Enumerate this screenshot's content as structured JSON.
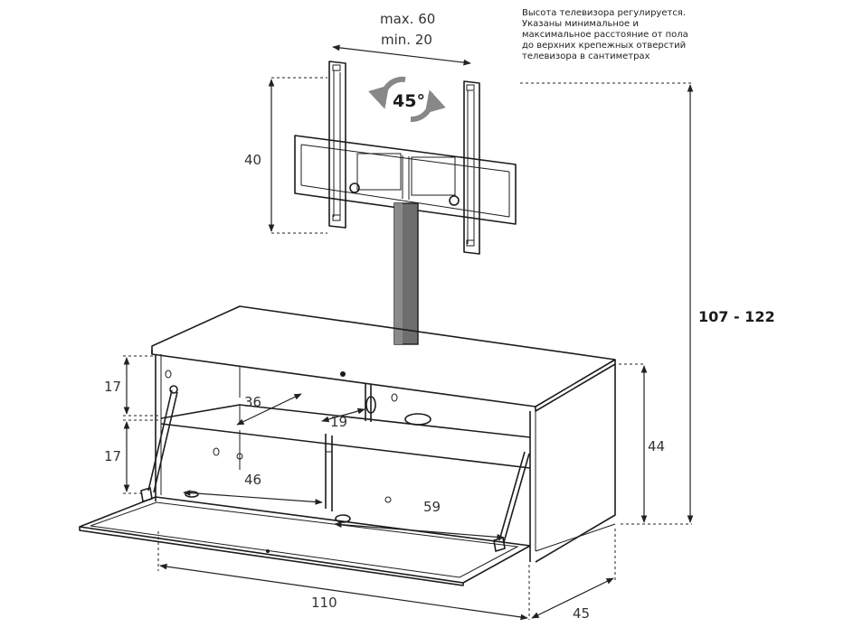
{
  "note_lines": [
    "Высота телевизора регулируется.",
    "Указаны минимальное и",
    "максимальное  расстояние от пола",
    "до верхних крепежных отверстий",
    "телевизора в сантиметрах"
  ],
  "labels": {
    "max_width": "max. 60",
    "min_width": "min. 20",
    "rotation": "45°",
    "mount_height": "40",
    "total_height": "107 - 122",
    "cabinet_height": "44",
    "shelf_upper": "17",
    "shelf_lower": "17",
    "depth_left": "36",
    "depth_mid": "19",
    "width_left": "46",
    "width_right": "59",
    "total_width": "110",
    "total_depth": "45"
  },
  "colors": {
    "line": "#1c1c1c",
    "text": "#333333",
    "stand": "#6e6e6e",
    "arrows": "#888888"
  },
  "icons": {
    "rotation": "rotate-arrows-icon"
  }
}
